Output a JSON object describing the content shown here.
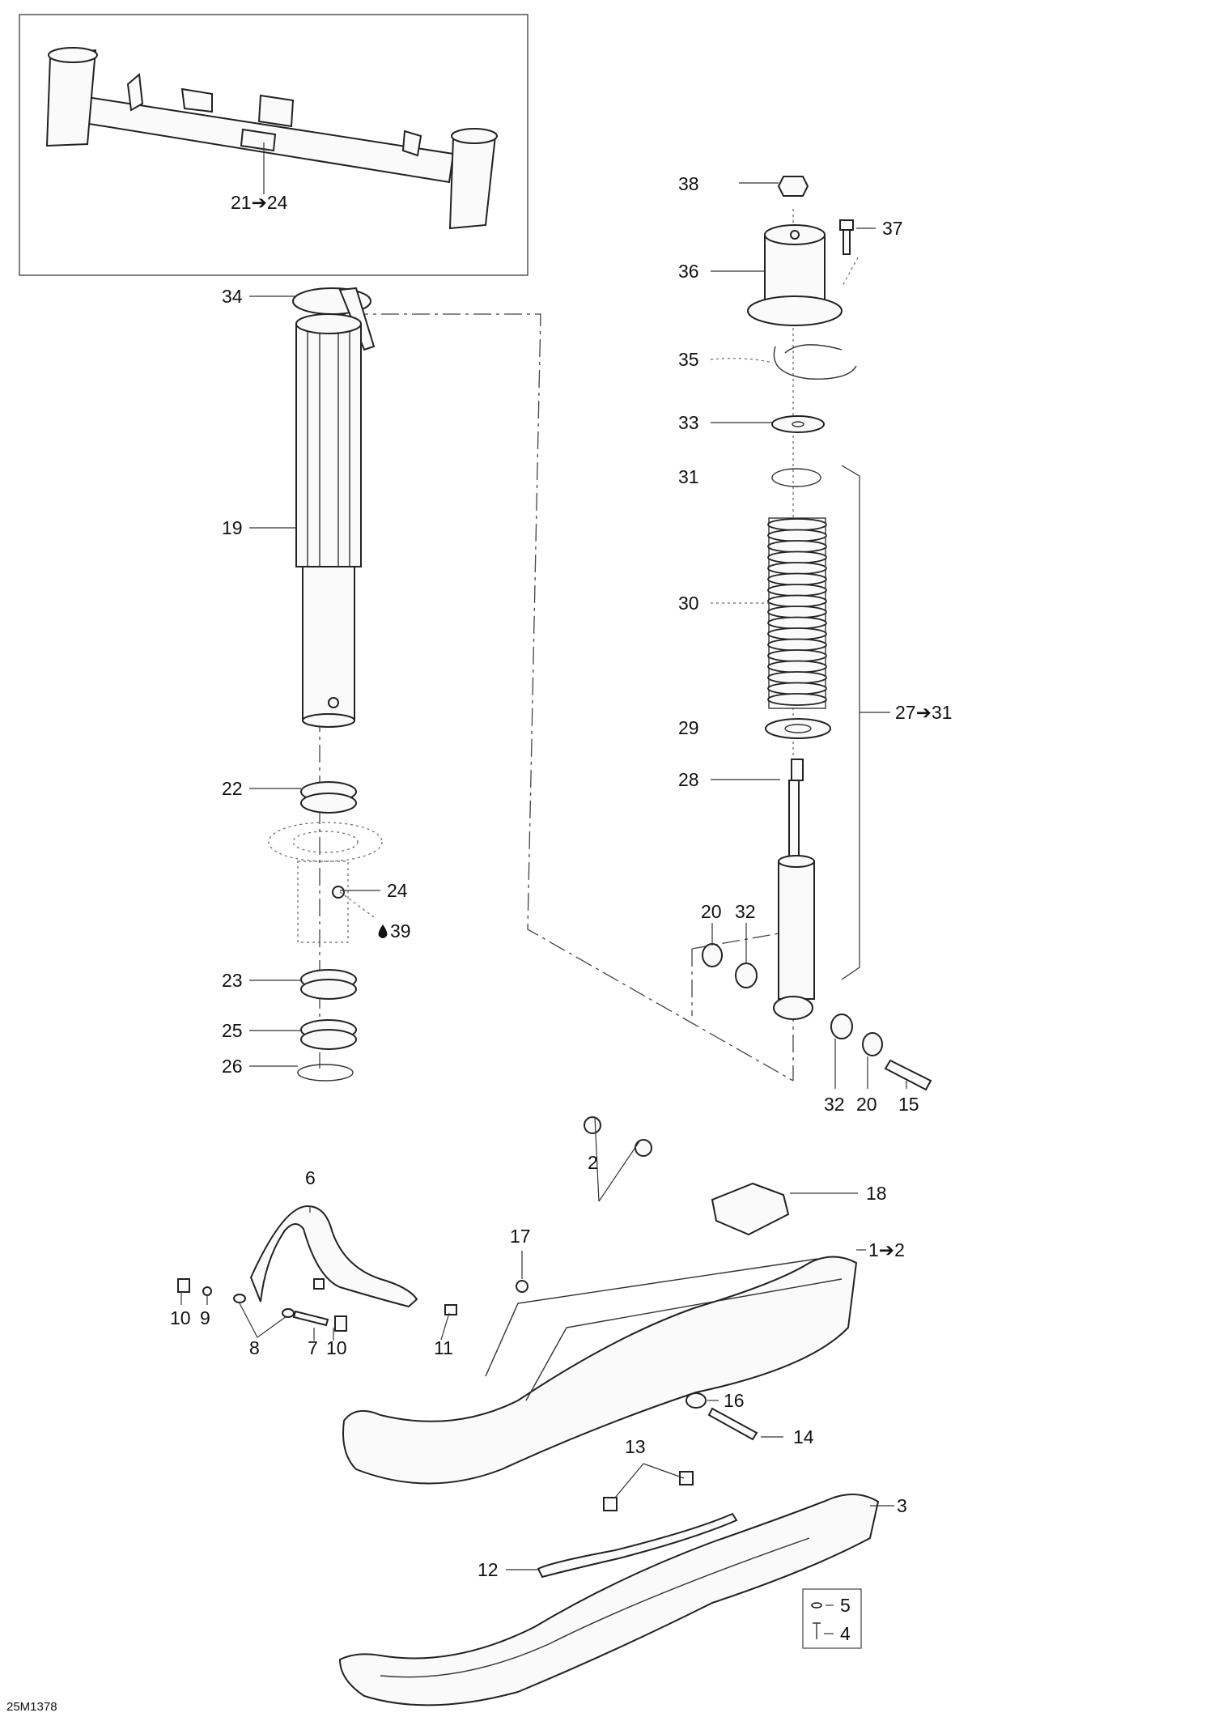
{
  "diagram_code": "25M1378",
  "callouts": {
    "c1_2": "1➔2",
    "c2": "2",
    "c3": "3",
    "c4": "4",
    "c5": "5",
    "c6": "6",
    "c7": "7",
    "c8": "8",
    "c9": "9",
    "c10a": "10",
    "c10b": "10",
    "c11": "11",
    "c12": "12",
    "c13": "13",
    "c14": "14",
    "c15": "15",
    "c16": "16",
    "c17": "17",
    "c18": "18",
    "c19": "19",
    "c20a": "20",
    "c20b": "20",
    "c21_24": "21➔24",
    "c22": "22",
    "c23": "23",
    "c24": "24",
    "c25": "25",
    "c26": "26",
    "c27_31": "27➔31",
    "c28": "28",
    "c29": "29",
    "c30": "30",
    "c31": "31",
    "c32a": "32",
    "c32b": "32",
    "c33": "33",
    "c34": "34",
    "c35": "35",
    "c36": "36",
    "c37": "37",
    "c38": "38",
    "c39": "39"
  },
  "icons": [
    "lubricant-drop-icon",
    "spring-washer-icon",
    "pin-icon"
  ]
}
